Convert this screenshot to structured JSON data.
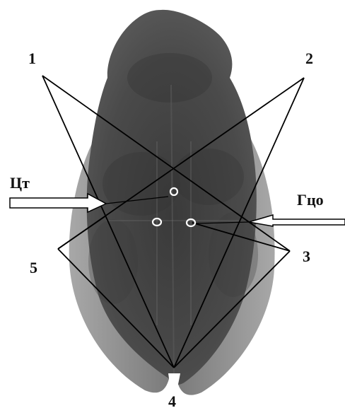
{
  "labels": {
    "point_1": "1",
    "point_2": "2",
    "point_3": "3",
    "point_4": "4",
    "point_5": "5",
    "arrow_left": "Цт",
    "arrow_right": "Гцо"
  },
  "colors": {
    "background": "#ffffff",
    "body_dark": "#3f3f3f",
    "body_light": "#9a9a9a",
    "lines": "#000000",
    "markers": "#ffffff"
  }
}
